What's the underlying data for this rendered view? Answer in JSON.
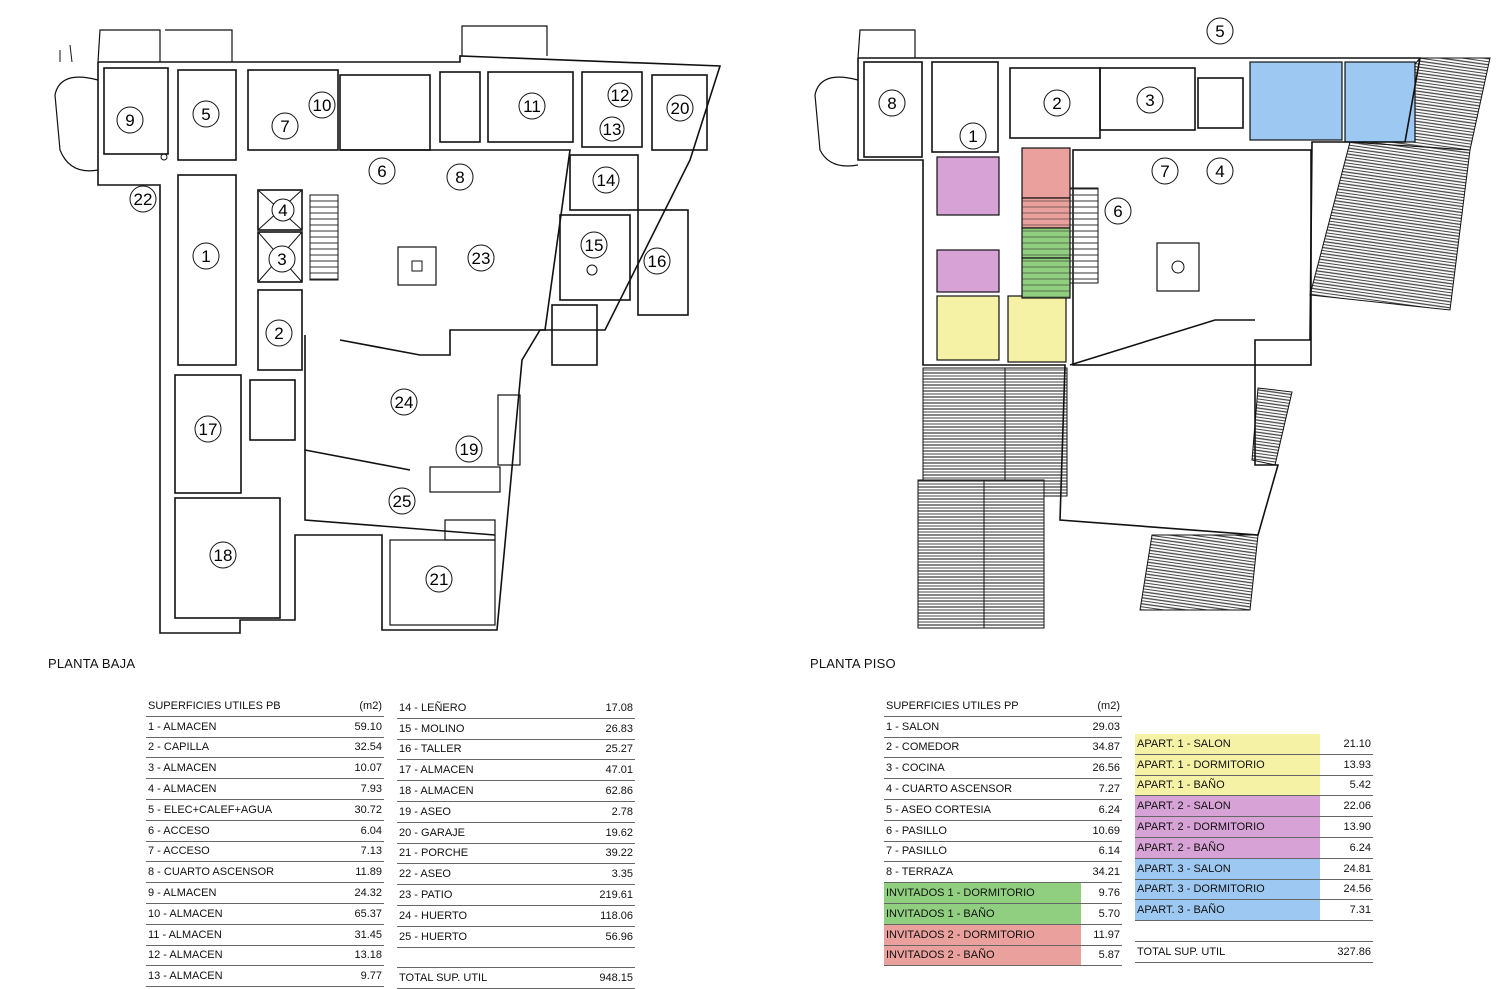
{
  "planta_baja": {
    "title": "PLANTA BAJA",
    "table_header": "SUPERFICIES UTILES PB",
    "unit_header": "(m2)",
    "col1": [
      {
        "label": "1 - ALMACEN",
        "value": "59.10"
      },
      {
        "label": "2 - CAPILLA",
        "value": "32.54"
      },
      {
        "label": "3 - ALMACEN",
        "value": "10.07"
      },
      {
        "label": "4 - ALMACEN",
        "value": "7.93"
      },
      {
        "label": "5 - ELEC+CALEF+AGUA",
        "value": "30.72"
      },
      {
        "label": "6 - ACCESO",
        "value": "6.04"
      },
      {
        "label": "7 - ACCESO",
        "value": "7.13"
      },
      {
        "label": "8 - CUARTO ASCENSOR",
        "value": "11.89"
      },
      {
        "label": "9 - ALMACEN",
        "value": "24.32"
      },
      {
        "label": "10 - ALMACEN",
        "value": "65.37"
      },
      {
        "label": "11 - ALMACEN",
        "value": "31.45"
      },
      {
        "label": "12 - ALMACEN",
        "value": "13.18"
      },
      {
        "label": "13 - ALMACEN",
        "value": "9.77"
      }
    ],
    "col2": [
      {
        "label": "14 - LEÑERO",
        "value": "17.08"
      },
      {
        "label": "15 - MOLINO",
        "value": "26.83"
      },
      {
        "label": "16 - TALLER",
        "value": "25.27"
      },
      {
        "label": "17 - ALMACEN",
        "value": "47.01"
      },
      {
        "label": "18 - ALMACEN",
        "value": "62.86"
      },
      {
        "label": "19 - ASEO",
        "value": "2.78"
      },
      {
        "label": "20 - GARAJE",
        "value": "19.62"
      },
      {
        "label": "21 - PORCHE",
        "value": "39.22"
      },
      {
        "label": "22 - ASEO",
        "value": "3.35"
      },
      {
        "label": "23 - PATIO",
        "value": "219.61"
      },
      {
        "label": "24 - HUERTO",
        "value": "118.06"
      },
      {
        "label": "25 - HUERTO",
        "value": "56.96"
      }
    ],
    "total_label": "TOTAL SUP. UTIL",
    "total_value": "948.15",
    "rooms": [
      "1",
      "2",
      "3",
      "4",
      "5",
      "6",
      "7",
      "8",
      "9",
      "10",
      "11",
      "12",
      "13",
      "14",
      "15",
      "16",
      "17",
      "18",
      "19",
      "20",
      "21",
      "22",
      "23",
      "24",
      "25"
    ]
  },
  "planta_piso": {
    "title": "PLANTA PISO",
    "table_header": "SUPERFICIES UTILES PP",
    "unit_header": "(m2)",
    "col1": [
      {
        "label": "1 - SALON",
        "value": "29.03",
        "color": ""
      },
      {
        "label": "2 - COMEDOR",
        "value": "34.87",
        "color": ""
      },
      {
        "label": "3 - COCINA",
        "value": "26.56",
        "color": ""
      },
      {
        "label": "4 - CUARTO ASCENSOR",
        "value": "7.27",
        "color": ""
      },
      {
        "label": "5 - ASEO CORTESIA",
        "value": "6.24",
        "color": ""
      },
      {
        "label": "6 - PASILLO",
        "value": "10.69",
        "color": ""
      },
      {
        "label": "7 - PASILLO",
        "value": "6.14",
        "color": ""
      },
      {
        "label": "8 - TERRAZA",
        "value": "34.21",
        "color": ""
      },
      {
        "label": "INVITADOS 1 - DORMITORIO",
        "value": "9.76",
        "color": "#8fcf7f"
      },
      {
        "label": "INVITADOS 1 - BAÑO",
        "value": "5.70",
        "color": "#8fcf7f"
      },
      {
        "label": "INVITADOS 2 - DORMITORIO",
        "value": "11.97",
        "color": "#eaa09c"
      },
      {
        "label": "INVITADOS 2 - BAÑO",
        "value": "5.87",
        "color": "#eaa09c"
      }
    ],
    "col2": [
      {
        "label": "APART. 1 - SALON",
        "value": "21.10",
        "color": "#f5f2a6"
      },
      {
        "label": "APART. 1 - DORMITORIO",
        "value": "13.93",
        "color": "#f5f2a6"
      },
      {
        "label": "APART. 1 - BAÑO",
        "value": "5.42",
        "color": "#f5f2a6"
      },
      {
        "label": "APART. 2 - SALON",
        "value": "22.06",
        "color": "#d7a3d7"
      },
      {
        "label": "APART. 2 - DORMITORIO",
        "value": "13.90",
        "color": "#d7a3d7"
      },
      {
        "label": "APART. 2 - BAÑO",
        "value": "6.24",
        "color": "#d7a3d7"
      },
      {
        "label": "APART. 3 - SALON",
        "value": "24.81",
        "color": "#9cc8f2"
      },
      {
        "label": "APART. 3 - DORMITORIO",
        "value": "24.56",
        "color": "#9cc8f2"
      },
      {
        "label": "APART. 3 - BAÑO",
        "value": "7.31",
        "color": "#9cc8f2"
      }
    ],
    "total_label": "TOTAL SUP. UTIL",
    "total_value": "327.86",
    "rooms": [
      "1",
      "2",
      "3",
      "4",
      "5",
      "6",
      "7",
      "8"
    ]
  },
  "colors": {
    "apart1": "#f5f2a6",
    "apart2": "#d7a3d7",
    "apart3": "#9cc8f2",
    "invitados1": "#8fcf7f",
    "invitados2": "#eaa09c",
    "roof": "#555555"
  }
}
